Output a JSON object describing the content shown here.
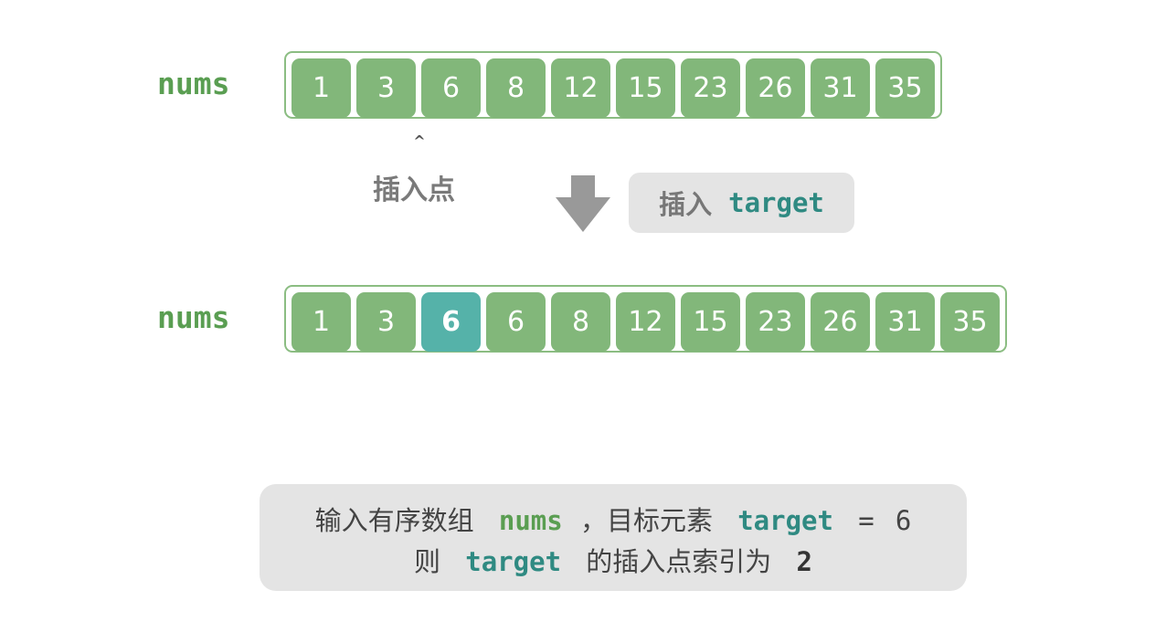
{
  "before": {
    "label": "nums",
    "values": [
      "1",
      "3",
      "6",
      "8",
      "12",
      "15",
      "23",
      "26",
      "31",
      "35"
    ]
  },
  "pointer": {
    "caret": "^",
    "label": "插入点"
  },
  "action": {
    "arrow_icon": "down-arrow-icon",
    "verb": "插入",
    "code": "target"
  },
  "after": {
    "label": "nums",
    "values": [
      "1",
      "3",
      "6",
      "6",
      "8",
      "12",
      "15",
      "23",
      "26",
      "31",
      "35"
    ],
    "highlight_index": 2
  },
  "caption": {
    "line1_prefix": "输入有序数组",
    "line1_nums": "nums",
    "line1_comma": "，",
    "line1_mid": "目标元素",
    "line1_target": "target",
    "line1_eq": "=",
    "line1_value": "6",
    "line2_prefix": "则",
    "line2_target": "target",
    "line2_mid": "的插入点索引为",
    "line2_index": "2"
  },
  "colors": {
    "cell": "#82b77a",
    "highlight": "#55b2a9",
    "label_green": "#5a9e52",
    "code_teal": "#2f8a82",
    "panel": "#e4e4e4"
  }
}
